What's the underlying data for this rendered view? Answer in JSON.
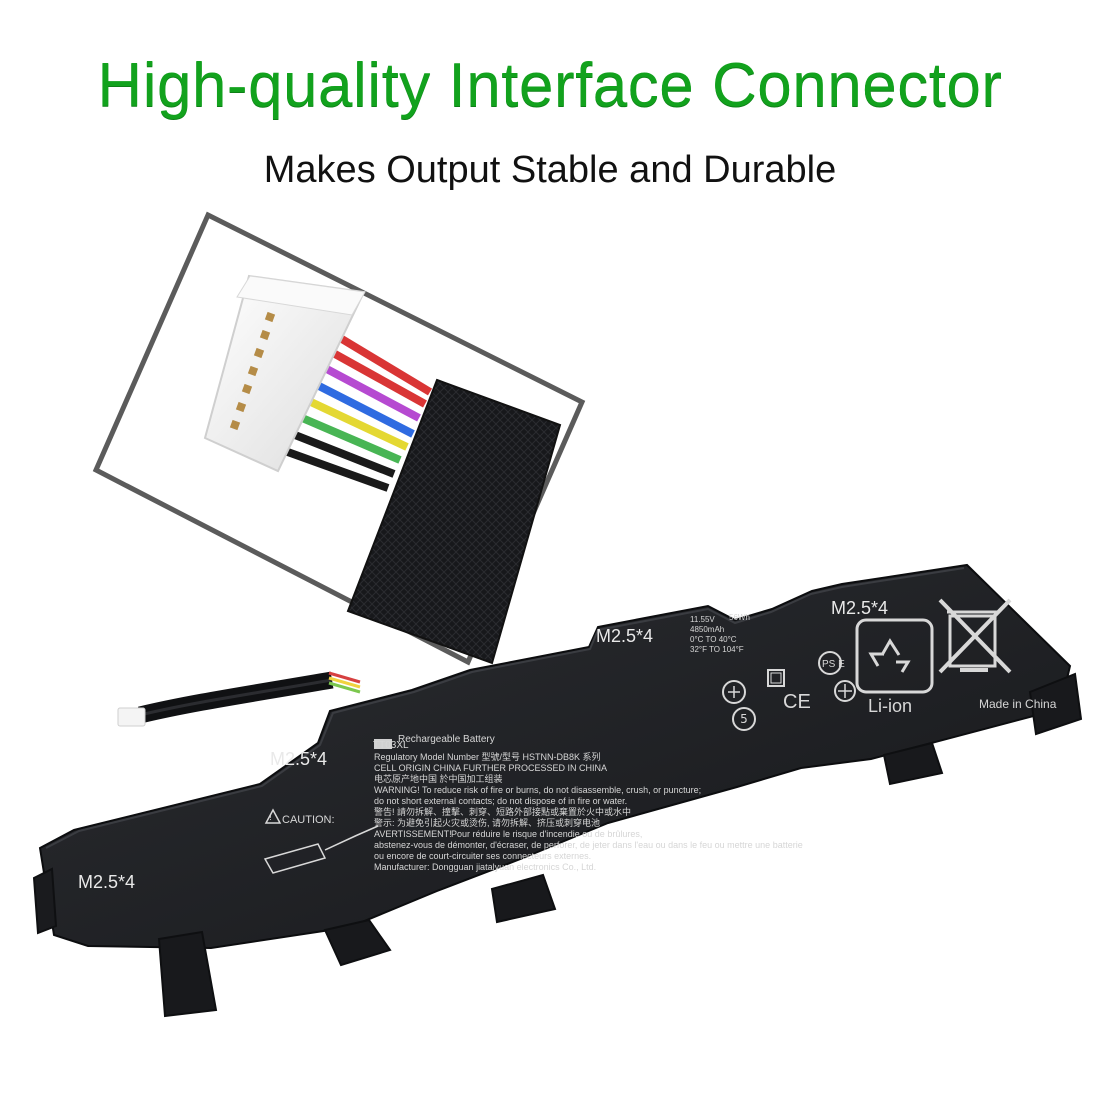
{
  "headline": "High-quality Interface Connector",
  "subheadline": "Makes Output Stable and Durable",
  "colors": {
    "headline": "#12a21d",
    "battery": "#1e1f22",
    "frame": "#5b5b5b",
    "connector": "#f3f3f3"
  },
  "battery": {
    "mount_label": "M2.5*4",
    "model": "TT03XL",
    "rechargeable_label": "Rechargeable Battery",
    "regulatory_line": "Regulatory Model Number 型號/型号 HSTNN-DB8K 系列",
    "origin_line": "CELL ORIGIN CHINA FURTHER PROCESSED IN CHINA",
    "origin_cn_line": "电芯原产地中国 於中国加工组装",
    "warning_line": "WARNING! To reduce risk of fire or burns, do not disassemble, crush, or puncture;",
    "warning_line_2": "do not short external contacts; do not dispose of in fire or water.",
    "cn_warning_line": "警告! 請勿拆解、撞擊、刺穿、短路外部接點或棄置於火中或水中",
    "cn_warning_line_2": "警示: 为避免引起火灾或烫伤, 请勿拆解、挤压或刺穿电池",
    "fr_warning_title": "AVERTISSEMENT!",
    "fr_warning_line": "Pour réduire le risque d'incendie ou de brûlures,",
    "fr_warning_line_2": "abstenez-vous de démonter, d'écraser, de perforer, de jeter dans l'eau ou dans le feu ou mettre une batterie",
    "fr_warning_line_3": "ou encore de court-circuiter ses connecteurs externes.",
    "manufacturer": "Manufacturer: Dongguan jiatalyuan electronics Co., Ltd.",
    "caution_label": "CAUTION:",
    "spec_line_1": "11.55V",
    "spec_line_2": "56Wh",
    "spec_line_3": "4850mAh",
    "spec_line_4": "0°C TO 40°C",
    "spec_line_5": "32°F TO 104°F",
    "recycle_label": "Li-ion",
    "ce_label": "CE",
    "pse_label": "PS E",
    "made_in_label": "Made in China"
  }
}
